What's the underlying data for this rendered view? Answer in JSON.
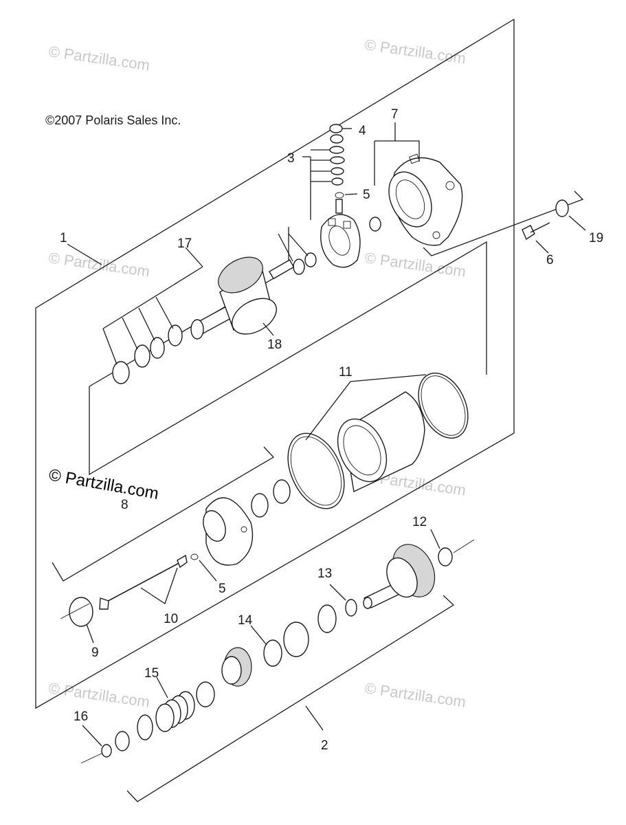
{
  "copyright": "©2007 Polaris Sales Inc.",
  "watermark_text": "© Partzilla.com",
  "watermark_main": "© Partzilla.com",
  "callouts": {
    "c1": "1",
    "c2": "2",
    "c3": "3",
    "c4": "4",
    "c5a": "5",
    "c5b": "5",
    "c6": "6",
    "c7": "7",
    "c8": "8",
    "c9": "9",
    "c10": "10",
    "c11": "11",
    "c12": "12",
    "c13": "13",
    "c14": "14",
    "c15": "15",
    "c16": "16",
    "c17": "17",
    "c18": "18",
    "c19": "19"
  }
}
